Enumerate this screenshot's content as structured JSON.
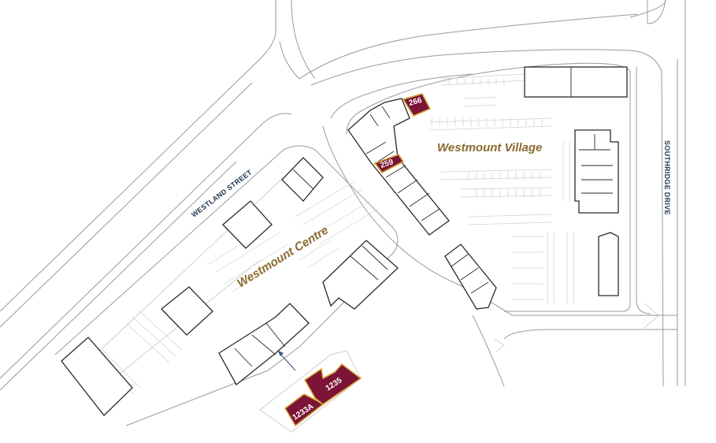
{
  "map": {
    "streets": [
      {
        "id": "westland",
        "label": "WESTLAND STREET"
      },
      {
        "id": "southridge",
        "label": "SOUTHRIDGE DRIVE"
      }
    ],
    "areas": [
      {
        "id": "village",
        "label": "Westmount Village"
      },
      {
        "id": "centre",
        "label": "Westmount Centre"
      }
    ],
    "units": [
      {
        "id": "u266",
        "label": "266"
      },
      {
        "id": "u259",
        "label": "259"
      },
      {
        "id": "u1235",
        "label": "1235"
      },
      {
        "id": "u1233a",
        "label": "1233A"
      }
    ]
  },
  "colors": {
    "unit_fill": "#7b1436",
    "unit_outline": "#d8a93a",
    "area_label": "#8a6a2e",
    "street_label": "#1f3550",
    "arrow": "#3d5a80",
    "building_outline": "#2a2a2a",
    "road_line": "#9a9a9a"
  }
}
